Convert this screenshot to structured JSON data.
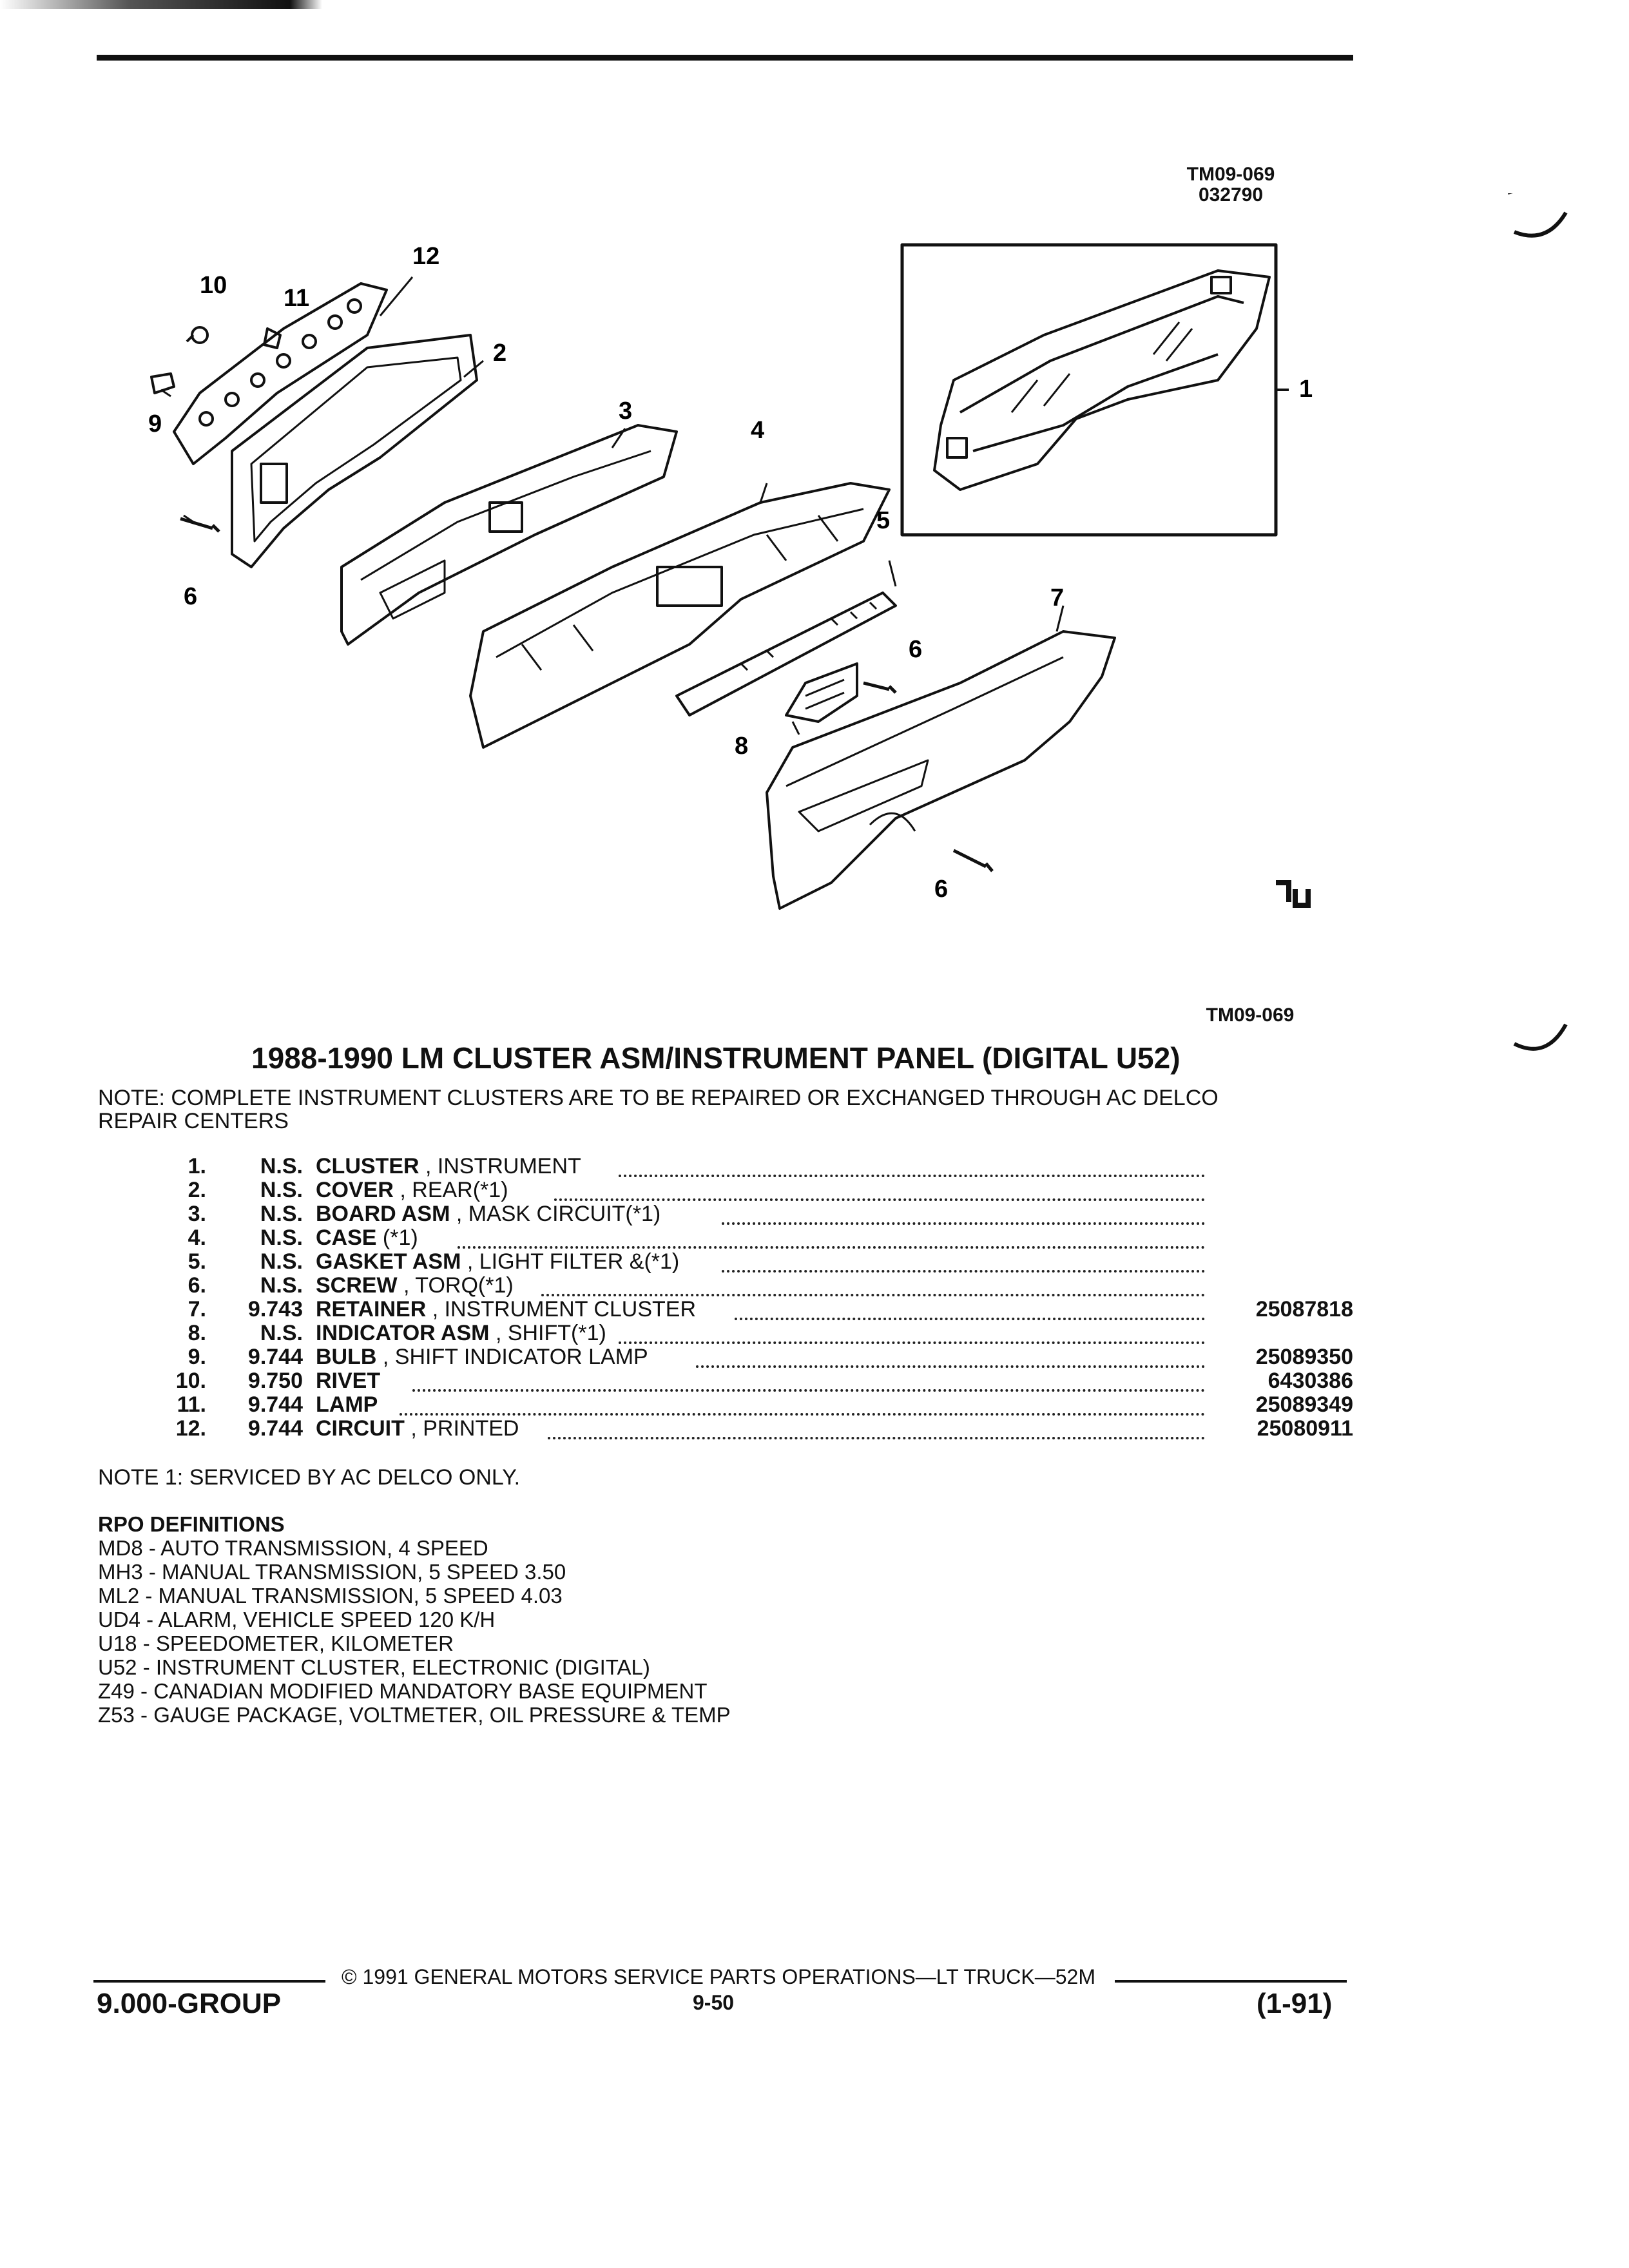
{
  "header": {
    "ref_code": "TM09-069",
    "ref_date": "032790"
  },
  "diagram": {
    "callouts": [
      "1",
      "2",
      "3",
      "4",
      "5",
      "6",
      "6",
      "6",
      "7",
      "8",
      "9",
      "10",
      "11",
      "12"
    ],
    "bottom_ref": "TM09-069",
    "logo": "GM Service Parts logo"
  },
  "title": "1988-1990 LM CLUSTER ASM/INSTRUMENT PANEL (DIGITAL U52)",
  "note_line1": "NOTE:  COMPLETE INSTRUMENT CLUSTERS ARE TO BE REPAIRED OR EXCHANGED THROUGH AC DELCO",
  "note_line2": "REPAIR CENTERS",
  "parts": [
    {
      "num": "1.",
      "group": "N.S.",
      "name": "CLUSTER",
      "desc": ", INSTRUMENT",
      "pn": ""
    },
    {
      "num": "2.",
      "group": "N.S.",
      "name": "COVER",
      "desc": ", REAR(*1)",
      "pn": ""
    },
    {
      "num": "3.",
      "group": "N.S.",
      "name": "BOARD ASM",
      "desc": ", MASK CIRCUIT(*1)",
      "pn": ""
    },
    {
      "num": "4.",
      "group": "N.S.",
      "name": "CASE",
      "desc": "(*1)",
      "pn": ""
    },
    {
      "num": "5.",
      "group": "N.S.",
      "name": "GASKET ASM",
      "desc": ", LIGHT FILTER &(*1)",
      "pn": ""
    },
    {
      "num": "6.",
      "group": "N.S.",
      "name": "SCREW",
      "desc": ", TORQ(*1)",
      "pn": ""
    },
    {
      "num": "7.",
      "group": "9.743",
      "name": "RETAINER",
      "desc": ", INSTRUMENT CLUSTER",
      "pn": "25087818"
    },
    {
      "num": "8.",
      "group": "N.S.",
      "name": "INDICATOR ASM",
      "desc": ", SHIFT(*1)",
      "pn": ""
    },
    {
      "num": "9.",
      "group": "9.744",
      "name": "BULB",
      "desc": ", SHIFT INDICATOR LAMP",
      "pn": "25089350"
    },
    {
      "num": "10.",
      "group": "9.750",
      "name": "RIVET",
      "desc": "",
      "pn": "6430386"
    },
    {
      "num": "11.",
      "group": "9.744",
      "name": "LAMP",
      "desc": "",
      "pn": "25089349"
    },
    {
      "num": "12.",
      "group": "9.744",
      "name": "CIRCUIT",
      "desc": ", PRINTED",
      "pn": "25080911"
    }
  ],
  "service_note": "NOTE  1:  SERVICED BY AC DELCO ONLY.",
  "rpo": {
    "heading": "RPO DEFINITIONS",
    "items": [
      "MD8 - AUTO TRANSMISSION, 4 SPEED",
      "MH3 - MANUAL TRANSMISSION, 5 SPEED 3.50",
      "ML2 - MANUAL TRANSMISSION, 5 SPEED 4.03",
      "UD4 - ALARM, VEHICLE SPEED 120 K/H",
      "U18 - SPEEDOMETER, KILOMETER",
      "U52 - INSTRUMENT CLUSTER, ELECTRONIC (DIGITAL)",
      "Z49 - CANADIAN MODIFIED MANDATORY BASE EQUIPMENT",
      "Z53 - GAUGE PACKAGE, VOLTMETER, OIL PRESSURE & TEMP"
    ]
  },
  "footer": {
    "copyright": "© 1991  GENERAL MOTORS SERVICE PARTS OPERATIONS—LT TRUCK—52M",
    "group": "9.000-GROUP",
    "page": "9-50",
    "revision": "(1-91)"
  }
}
